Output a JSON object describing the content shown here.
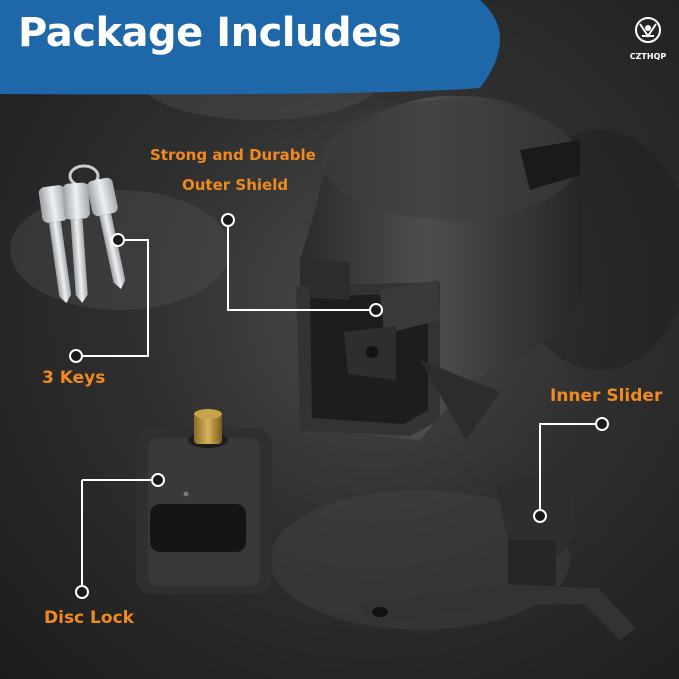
{
  "banner": {
    "title": "Package Includes",
    "color": "#1e67a8"
  },
  "brand": {
    "name": "CZTHQP",
    "logo_icon": "brand-emblem-icon"
  },
  "labels": {
    "shield_line1": "Strong and Durable",
    "shield_line2": "Outer Shield",
    "keys": "3 Keys",
    "slider": "Inner Slider",
    "disc_lock": "Disc Lock"
  },
  "colors": {
    "label": "#f08a1f",
    "callout": "#ffffff",
    "background": "#2a2a2a"
  }
}
